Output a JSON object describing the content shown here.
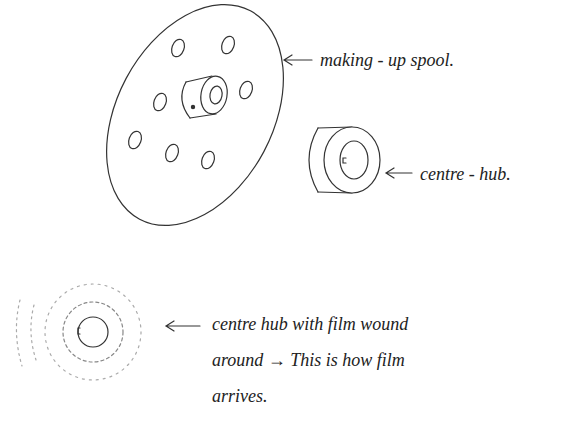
{
  "diagram": {
    "labels": [
      "making - up spool.",
      "centre - hub.",
      "centre hub with film wound around → This is how film arrives."
    ]
  }
}
